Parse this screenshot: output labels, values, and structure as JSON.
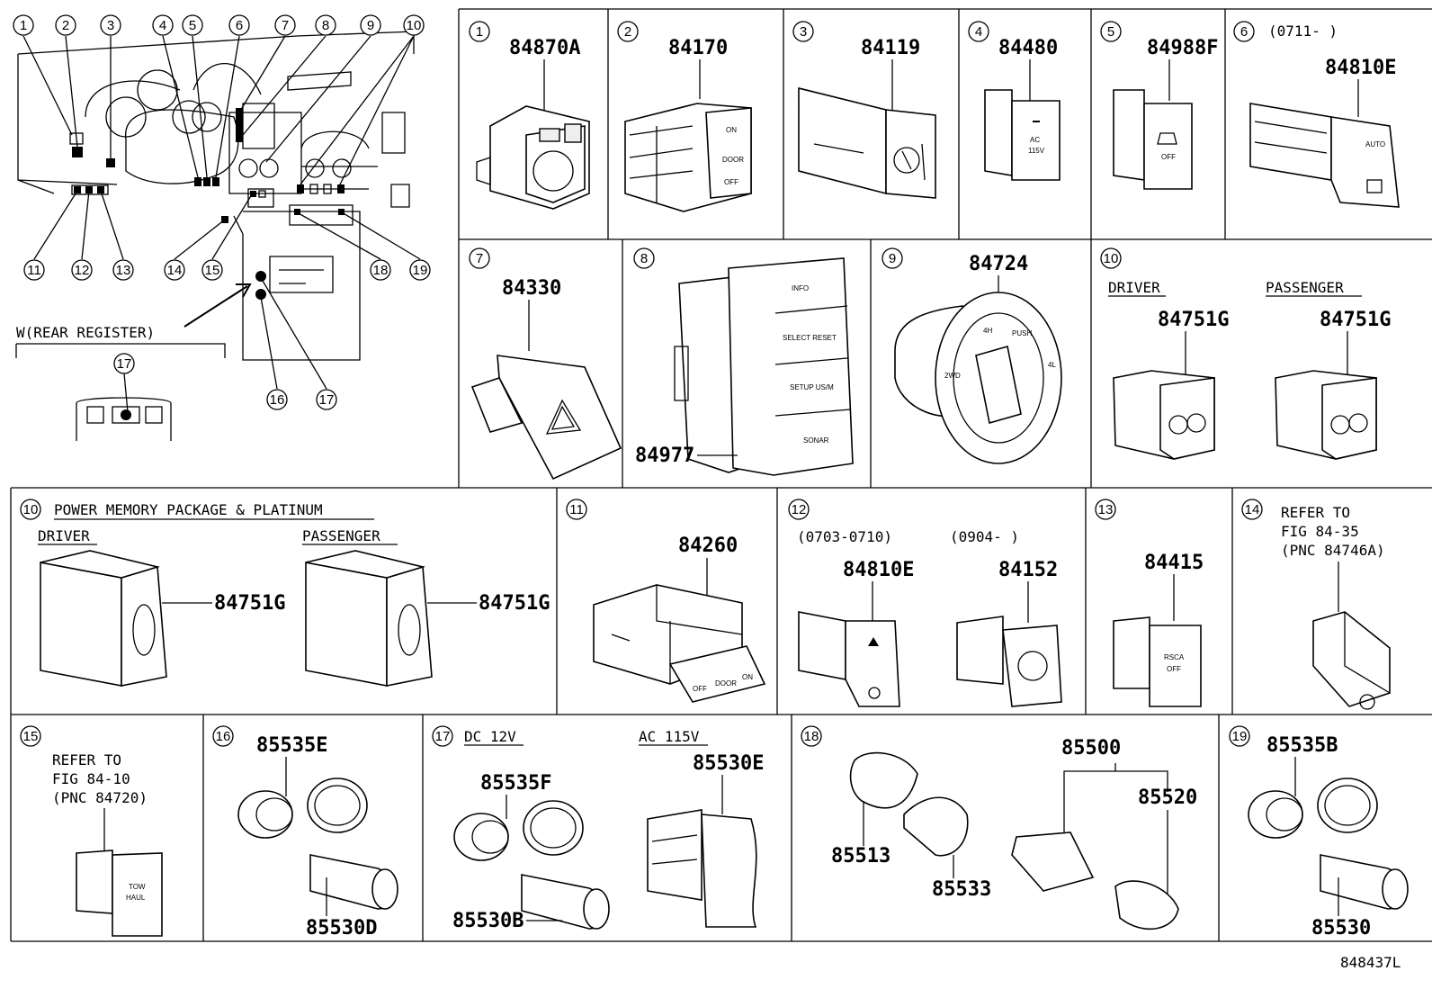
{
  "diagram": {
    "overview": {
      "callouts": [
        "1",
        "2",
        "3",
        "4",
        "5",
        "6",
        "7",
        "8",
        "9",
        "10",
        "11",
        "12",
        "13",
        "14",
        "15",
        "16",
        "17",
        "18",
        "19"
      ],
      "rear_register_label": "W(REAR REGISTER)",
      "rear_register_callout": "17"
    },
    "cells": [
      {
        "callout": "1",
        "parts": [
          "84870A"
        ]
      },
      {
        "callout": "2",
        "parts": [
          "84170"
        ],
        "switch_text": [
          "ON",
          "DOOR",
          "OFF"
        ]
      },
      {
        "callout": "3",
        "parts": [
          "84119"
        ]
      },
      {
        "callout": "4",
        "parts": [
          "84480"
        ],
        "switch_text": [
          "AC",
          "115V"
        ]
      },
      {
        "callout": "5",
        "parts": [
          "84988F"
        ],
        "switch_text": [
          "OFF"
        ]
      },
      {
        "callout": "6",
        "date": "(0711-     )",
        "parts": [
          "84810E"
        ],
        "switch_text": [
          "AUTO"
        ]
      },
      {
        "callout": "7",
        "parts": [
          "84330"
        ]
      },
      {
        "callout": "8",
        "parts": [
          "84977"
        ],
        "switch_text": [
          "INFO",
          "SELECT RESET",
          "SETUP US/M",
          "SONAR"
        ]
      },
      {
        "callout": "9",
        "parts": [
          "84724"
        ],
        "switch_text": [
          "2WD",
          "4H",
          "PUSH",
          "4L"
        ]
      },
      {
        "callout": "10",
        "sub": [
          "DRIVER",
          "PASSENGER"
        ],
        "parts": [
          "84751G",
          "84751G"
        ]
      },
      {
        "callout": "10",
        "title": "POWER MEMORY PACKAGE & PLATINUM",
        "sub": [
          "DRIVER",
          "PASSENGER"
        ],
        "parts": [
          "84751G",
          "84751G"
        ]
      },
      {
        "callout": "11",
        "parts": [
          "84260"
        ],
        "switch_text": [
          "OFF",
          "DOOR",
          "ON"
        ]
      },
      {
        "callout": "12",
        "date": [
          "(0703-0710)",
          "(0904-     )"
        ],
        "parts": [
          "84810E",
          "84152"
        ]
      },
      {
        "callout": "13",
        "parts": [
          "84415"
        ],
        "switch_text": [
          "RSCA",
          "OFF"
        ]
      },
      {
        "callout": "14",
        "refer": [
          "REFER TO",
          "FIG 84-35",
          "(PNC 84746A)"
        ]
      },
      {
        "callout": "15",
        "refer": [
          "REFER TO",
          "FIG 84-10",
          "(PNC 84720)"
        ],
        "switch_text": [
          "TOW",
          "HAUL"
        ]
      },
      {
        "callout": "16",
        "parts": [
          "85535E",
          "85530D"
        ]
      },
      {
        "callout": "17",
        "sub": [
          "DC 12V",
          "AC 115V"
        ],
        "parts": [
          "85535F",
          "85530E",
          "85530B"
        ]
      },
      {
        "callout": "18",
        "parts": [
          "85500",
          "85520",
          "85513",
          "85533"
        ]
      },
      {
        "callout": "19",
        "parts": [
          "85535B",
          "85530"
        ]
      }
    ],
    "figure_id": "848437L"
  }
}
